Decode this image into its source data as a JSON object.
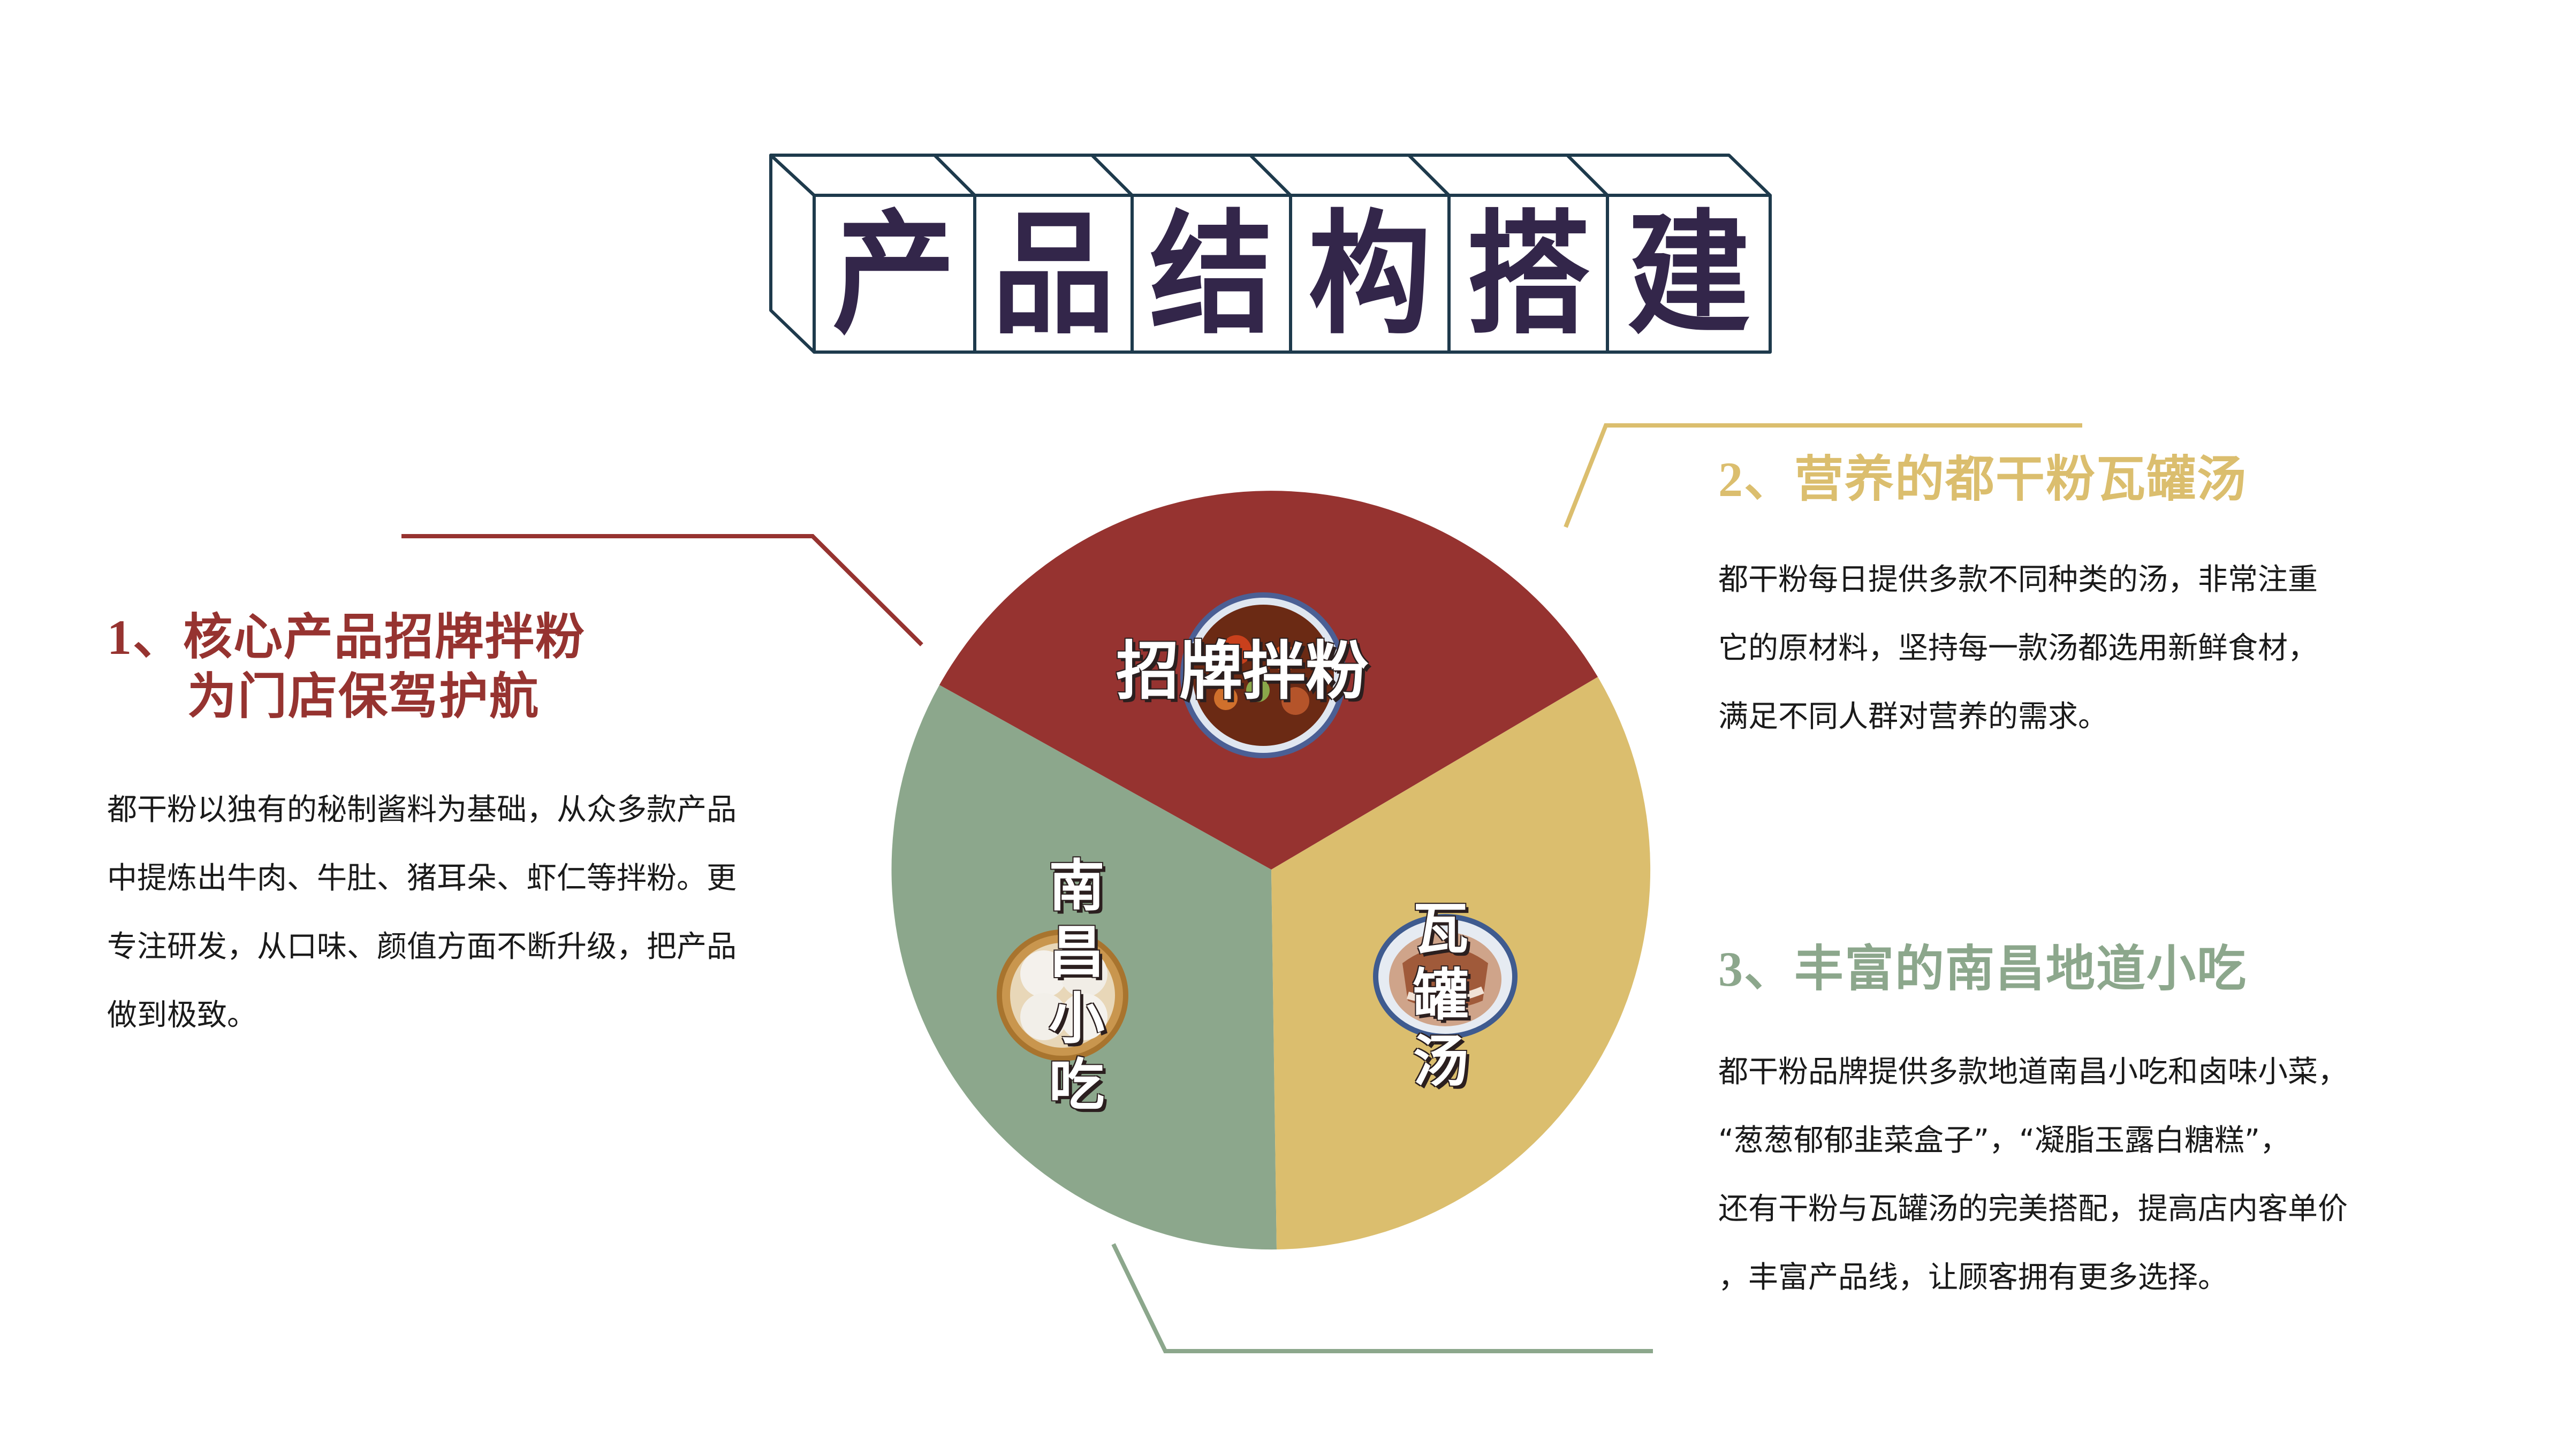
{
  "title": {
    "text": "产品结构搭建",
    "chars": [
      "产",
      "品",
      "结",
      "构",
      "搭",
      "建"
    ],
    "color": "#33264a",
    "border_color": "#1e3a4c"
  },
  "colors": {
    "red": "#963330",
    "gold": "#dbbe6e",
    "green": "#8ca78c",
    "text": "#1a1a1a"
  },
  "sections": [
    {
      "number": "1、",
      "title_line1": "核心产品招牌拌粉",
      "title_line2": "为门店保驾护航",
      "color": "#963330",
      "body": [
        "都干粉以独有的秘制酱料为基础，从众多款产品",
        "中提炼出牛肉、牛肚、猪耳朵、虾仁等拌粉。更",
        "专注研发，从口味、颜值方面不断升级，把产品",
        "做到极致。"
      ]
    },
    {
      "number": "2、",
      "title_line1": "营养的都干粉瓦罐汤",
      "color": "#dbbe6e",
      "body": [
        "都干粉每日提供多款不同种类的汤，非常注重",
        "它的原材料，坚持每一款汤都选用新鲜食材，",
        "满足不同人群对营养的需求。"
      ]
    },
    {
      "number": "3、",
      "title_line1": "丰富的南昌地道小吃",
      "color": "#8ca78c",
      "body": [
        "都干粉品牌提供多款地道南昌小吃和卤味小菜，",
        "“葱葱郁郁韭菜盒子”，“凝脂玉露白糖糕”，",
        "还有干粉与瓦罐汤的完美搭配，提高店内客单价",
        "，丰富产品线，让顾客拥有更多选择。"
      ]
    }
  ],
  "pie": {
    "segments": [
      {
        "label": "招牌拌粉",
        "color": "#963330",
        "food_icon": "mixed-noodle-bowl-icon"
      },
      {
        "label": "瓦罐汤",
        "color": "#dbbe6e",
        "food_icon": "clay-pot-soup-bowl-icon"
      },
      {
        "label": "南昌小吃",
        "color": "#8ca78c",
        "food_icon": "steamed-buns-basket-icon"
      }
    ]
  },
  "chart_data": {
    "type": "pie",
    "title": "产品结构搭建",
    "categories": [
      "招牌拌粉",
      "瓦罐汤",
      "南昌小吃"
    ],
    "values": [
      33.3,
      33.3,
      33.3
    ],
    "colors": [
      "#963330",
      "#dbbe6e",
      "#8ca78c"
    ],
    "legend": "none (labels inside slices)"
  }
}
